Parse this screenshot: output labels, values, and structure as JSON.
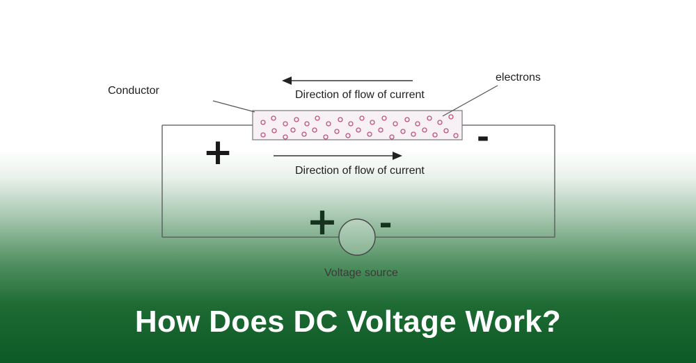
{
  "diagram": {
    "labels": {
      "conductor": "Conductor",
      "electrons": "electrons",
      "current_top": "Direction of flow of current",
      "current_bottom": "Direction of flow of current",
      "voltage_source": "Voltage source"
    },
    "signs": {
      "left_plus": "+",
      "right_minus": "-",
      "source_plus": "+",
      "source_minus": "-"
    }
  },
  "footer": {
    "title": "How Does DC Voltage Work?"
  },
  "colors": {
    "wire": "#555555",
    "electron": "#c0507a",
    "conductor_fill": "#f6f0f5",
    "sign": "#1a1a1a",
    "green_dark": "#0c5a26"
  }
}
